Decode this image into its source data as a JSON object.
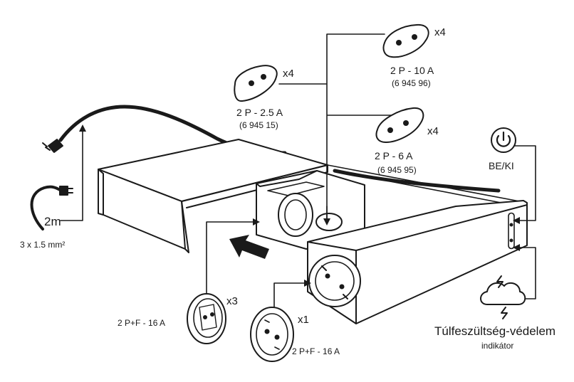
{
  "colors": {
    "ink": "#1a1a1a",
    "paper": "#ffffff"
  },
  "plugs": [
    {
      "id": "p25",
      "qty": "x4",
      "rating": "2 P - 2.5 A",
      "code": "(6 945 15)"
    },
    {
      "id": "p10",
      "qty": "x4",
      "rating": "2 P - 10 A",
      "code": "(6 945 96)"
    },
    {
      "id": "p6",
      "qty": "x4",
      "rating": "2 P - 6 A",
      "code": "(6 945 95)"
    }
  ],
  "cable": {
    "length": "2m",
    "section": "3 x 1.5 mm²"
  },
  "sockets": [
    {
      "id": "s3",
      "qty": "x3",
      "rating": "2 P+F - 16 A"
    },
    {
      "id": "s1",
      "qty": "x1",
      "rating": "2 P+F - 16 A"
    }
  ],
  "power_switch": {
    "label": "BE/KI",
    "icon": "power-icon"
  },
  "surge": {
    "title": "Túlfeszültség-védelem",
    "subtitle": "indikátor",
    "icon": "storm-cloud-icon"
  }
}
